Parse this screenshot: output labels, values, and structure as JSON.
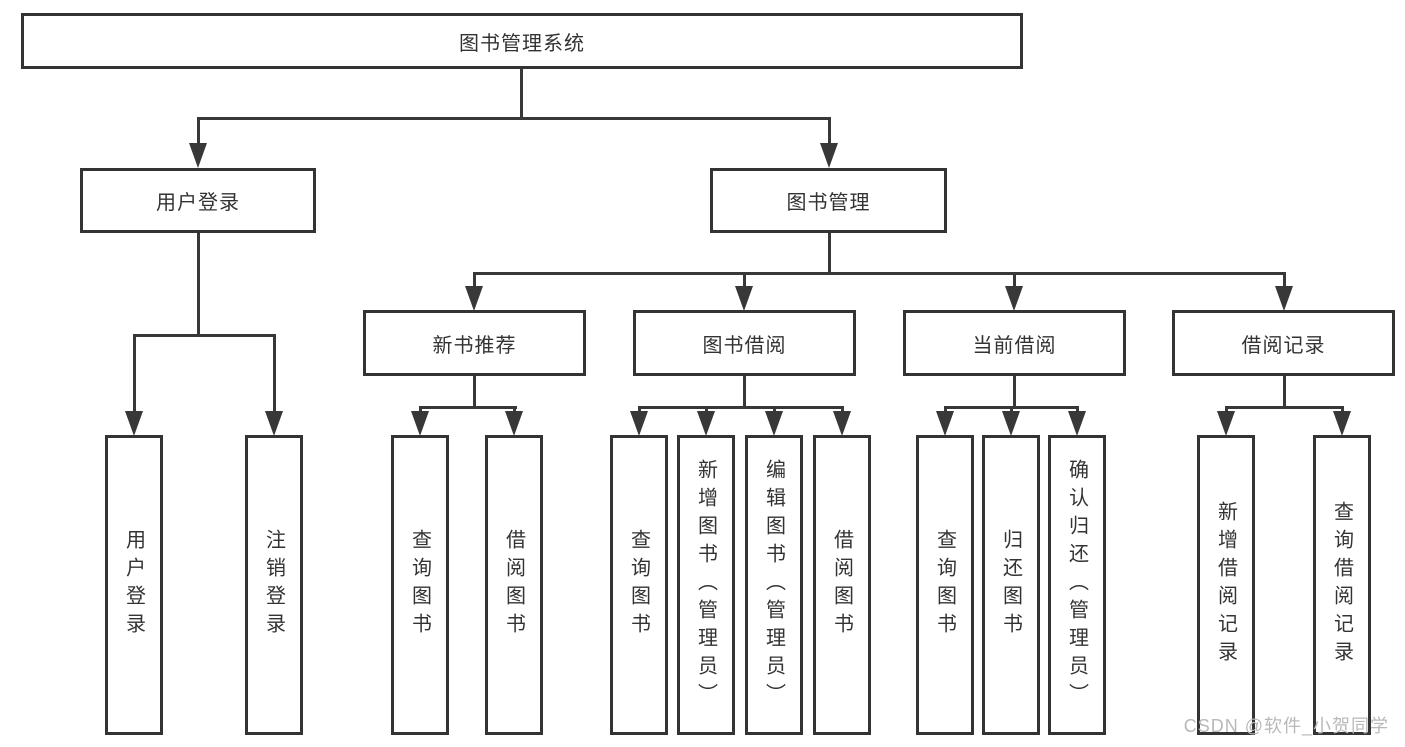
{
  "tree": {
    "label": "图书管理系统",
    "children": [
      {
        "label": "用户登录",
        "children": [
          {
            "label": "用户登录"
          },
          {
            "label": "注销登录"
          }
        ]
      },
      {
        "label": "图书管理",
        "children": [
          {
            "label": "新书推荐",
            "children": [
              {
                "label": "查询图书"
              },
              {
                "label": "借阅图书"
              }
            ]
          },
          {
            "label": "图书借阅",
            "children": [
              {
                "label": "查询图书"
              },
              {
                "label": "新增图书（管理员）"
              },
              {
                "label": "编辑图书（管理员）"
              },
              {
                "label": "借阅图书"
              }
            ]
          },
          {
            "label": "当前借阅",
            "children": [
              {
                "label": "查询图书"
              },
              {
                "label": "归还图书"
              },
              {
                "label": "确认归还（管理员）"
              }
            ]
          },
          {
            "label": "借阅记录",
            "children": [
              {
                "label": "新增借阅记录"
              },
              {
                "label": "查询借阅记录"
              }
            ]
          }
        ]
      }
    ]
  },
  "watermark": "CSDN @软件_小贺同学",
  "colors": {
    "line": "#383838",
    "border": "#333333",
    "text": "#333333",
    "watermark_text": "#b9b9b9",
    "background": "#ffffff"
  }
}
